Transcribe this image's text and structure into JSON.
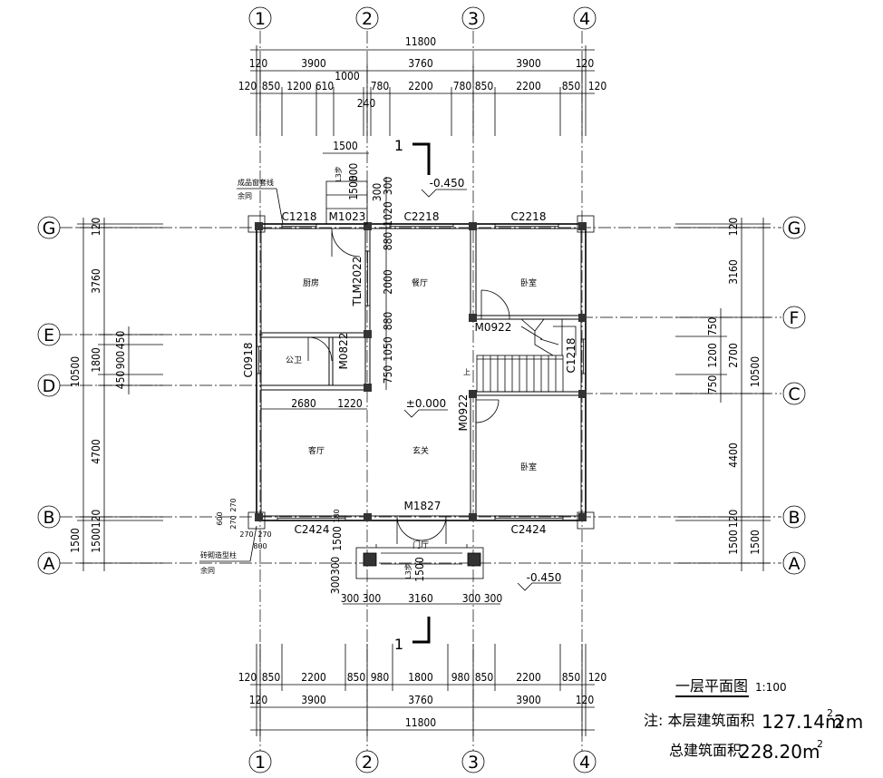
{
  "axes": {
    "cols": [
      "1",
      "2",
      "3",
      "4"
    ],
    "rows": [
      "G",
      "F",
      "E",
      "D",
      "C",
      "B",
      "A"
    ]
  },
  "dims": {
    "total": "11800",
    "top_mid": [
      "120",
      "3900",
      "3760",
      "3900",
      "120"
    ],
    "top_fine": [
      "120",
      "850",
      "1200",
      "610",
      "1000",
      "240",
      "780",
      "2200",
      "780",
      "850",
      "2200",
      "850",
      "120"
    ],
    "bot_fine": [
      "120",
      "850",
      "2200",
      "850",
      "980",
      "1800",
      "980",
      "850",
      "2200",
      "850",
      "120"
    ],
    "bot_mid": [
      "120",
      "3900",
      "3760",
      "3900",
      "120"
    ],
    "left": [
      "120",
      "3760",
      "1800",
      "450",
      "900",
      "450",
      "4700",
      "10500",
      "120",
      "1500",
      "1500"
    ],
    "right": [
      "120",
      "3160",
      "750",
      "1200",
      "750",
      "2700",
      "4400",
      "10500",
      "120",
      "1500",
      "1500"
    ],
    "stairs_top": [
      "1500",
      "300",
      "1500",
      "300",
      "1020",
      "880",
      "2000",
      "880",
      "1050",
      "750"
    ],
    "entry": [
      "300",
      "300",
      "300",
      "300",
      "3160",
      "300",
      "300",
      "1500",
      "1500",
      "300",
      "300"
    ],
    "misc": [
      "2680",
      "1220",
      "600",
      "270",
      "270",
      "270",
      "800",
      "270",
      "180",
      "120",
      "L3步",
      "L3步"
    ]
  },
  "rooms": {
    "kitchen": "厨房",
    "dining": "餐厅",
    "bed_top": "卧室",
    "wc": "公卫",
    "living": "客厅",
    "foyer": "玄关",
    "bed_bottom": "卧室",
    "porch": "门厅"
  },
  "openings": {
    "c1218a": "C1218",
    "m1023": "M1023",
    "c2218a": "C2218",
    "c2218b": "C2218",
    "tlm": "TLM2022",
    "m0922a": "M0922",
    "c1218b": "C1218",
    "c0918": "C0918",
    "m0822": "M0822",
    "m0922b": "M0922",
    "m1827": "M1827",
    "c2424a": "C2424",
    "c2424b": "C2424"
  },
  "levels": {
    "top": "-0.450",
    "floor": "±0.000",
    "bottom": "-0.450",
    "up": "上"
  },
  "notes": {
    "top_left_a": "成品窗套线",
    "top_left_b": "余同",
    "bot_left_a": "砖砌造型柱",
    "bot_left_b": "余同",
    "section": "1"
  },
  "title": {
    "name": "一层平面图",
    "scale": "1:100",
    "area_label": "注: 本层建筑面积",
    "area_value": "127.14m",
    "area_unit": "2m",
    "total_label": "总建筑面积",
    "total_value": "228.20m",
    "sup": "2"
  }
}
